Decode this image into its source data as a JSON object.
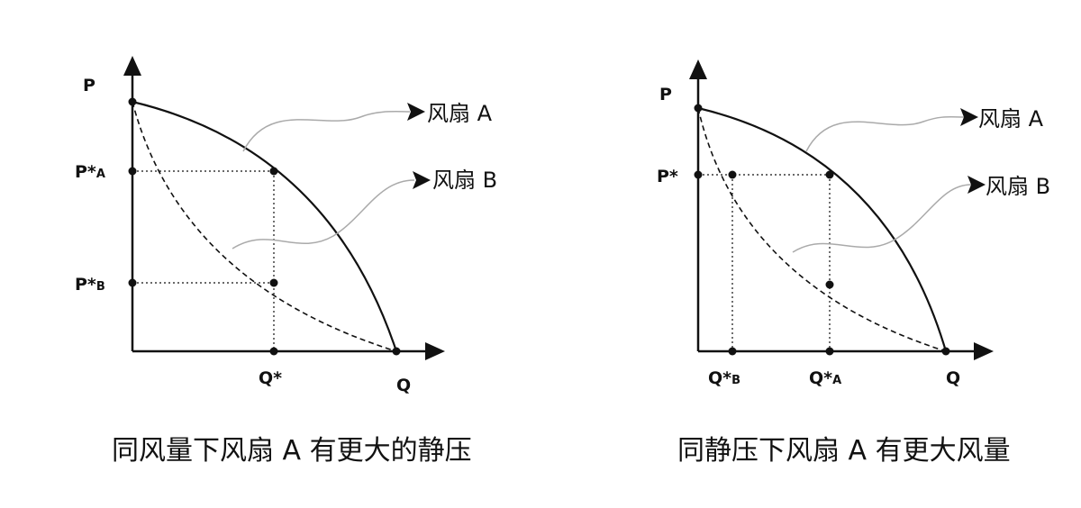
{
  "left_panel": {
    "axis_p": "P",
    "axis_q": "Q",
    "p_star_a": {
      "main": "P*",
      "sub": "A"
    },
    "p_star_b": {
      "main": "P*",
      "sub": "B"
    },
    "q_star": "Q*",
    "fan_a_label": "风扇 A",
    "fan_b_label": "风扇 B",
    "caption": "同风量下风扇 A 有更大的静压"
  },
  "right_panel": {
    "axis_p": "P",
    "axis_q": "Q",
    "p_star": "P*",
    "q_star_b": {
      "main": "Q*",
      "sub": "B"
    },
    "q_star_a": {
      "main": "Q*",
      "sub": "A"
    },
    "fan_a_label": "风扇 A",
    "fan_b_label": "风扇 B",
    "caption": "同静压下风扇 A 有更大风量"
  }
}
